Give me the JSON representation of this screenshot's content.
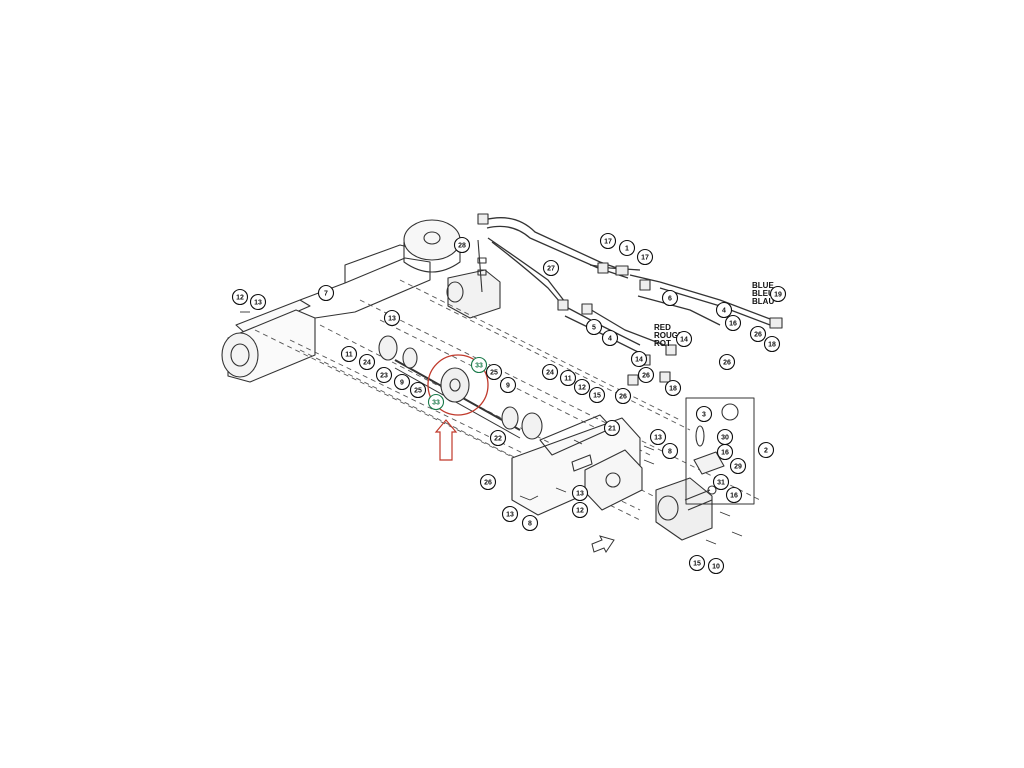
{
  "callouts": [
    {
      "n": "12",
      "c": "#111"
    },
    {
      "n": "13",
      "c": "#111"
    },
    {
      "n": "7",
      "c": "#111"
    },
    {
      "n": "13",
      "c": "#111"
    },
    {
      "n": "11",
      "c": "#111"
    },
    {
      "n": "24",
      "c": "#111"
    },
    {
      "n": "23",
      "c": "#111"
    },
    {
      "n": "9",
      "c": "#111"
    },
    {
      "n": "25",
      "c": "#111"
    },
    {
      "n": "25",
      "c": "#111"
    },
    {
      "n": "9",
      "c": "#111"
    },
    {
      "n": "24",
      "c": "#111"
    },
    {
      "n": "11",
      "c": "#111"
    },
    {
      "n": "12",
      "c": "#111"
    },
    {
      "n": "15",
      "c": "#111"
    },
    {
      "n": "22",
      "c": "#111"
    },
    {
      "n": "21",
      "c": "#111"
    },
    {
      "n": "13",
      "c": "#111"
    },
    {
      "n": "8",
      "c": "#111"
    },
    {
      "n": "26",
      "c": "#111"
    },
    {
      "n": "13",
      "c": "#111"
    },
    {
      "n": "8",
      "c": "#111"
    },
    {
      "n": "13",
      "c": "#111"
    },
    {
      "n": "12",
      "c": "#111"
    },
    {
      "n": "28",
      "c": "#111"
    },
    {
      "n": "27",
      "c": "#111"
    },
    {
      "n": "17",
      "c": "#111"
    },
    {
      "n": "1",
      "c": "#111"
    },
    {
      "n": "17",
      "c": "#111"
    },
    {
      "n": "6",
      "c": "#111"
    },
    {
      "n": "4",
      "c": "#111"
    },
    {
      "n": "19",
      "c": "#111"
    },
    {
      "n": "5",
      "c": "#111"
    },
    {
      "n": "4",
      "c": "#111"
    },
    {
      "n": "16",
      "c": "#111"
    },
    {
      "n": "26",
      "c": "#111"
    },
    {
      "n": "18",
      "c": "#111"
    },
    {
      "n": "26",
      "c": "#111"
    },
    {
      "n": "14",
      "c": "#111"
    },
    {
      "n": "14",
      "c": "#111"
    },
    {
      "n": "26",
      "c": "#111"
    },
    {
      "n": "18",
      "c": "#111"
    },
    {
      "n": "26",
      "c": "#111"
    },
    {
      "n": "3",
      "c": "#111"
    },
    {
      "n": "30",
      "c": "#111"
    },
    {
      "n": "16",
      "c": "#111"
    },
    {
      "n": "29",
      "c": "#111"
    },
    {
      "n": "31",
      "c": "#111"
    },
    {
      "n": "16",
      "c": "#111"
    },
    {
      "n": "2",
      "c": "#111"
    },
    {
      "n": "15",
      "c": "#111"
    },
    {
      "n": "10",
      "c": "#111"
    },
    {
      "n": "33",
      "c": "#1a7a4a"
    },
    {
      "n": "33",
      "c": "#1a7a4a"
    }
  ],
  "color_labels": {
    "blue": [
      "BLUE",
      "BLEU",
      "BLAU"
    ],
    "red": [
      "RED",
      "ROUGE",
      "ROT"
    ]
  },
  "colors": {
    "line": "#333333",
    "highlight_circle": "#c0392b",
    "highlight_arrow": "#c0392b",
    "new_part": "#1a7a4a"
  }
}
